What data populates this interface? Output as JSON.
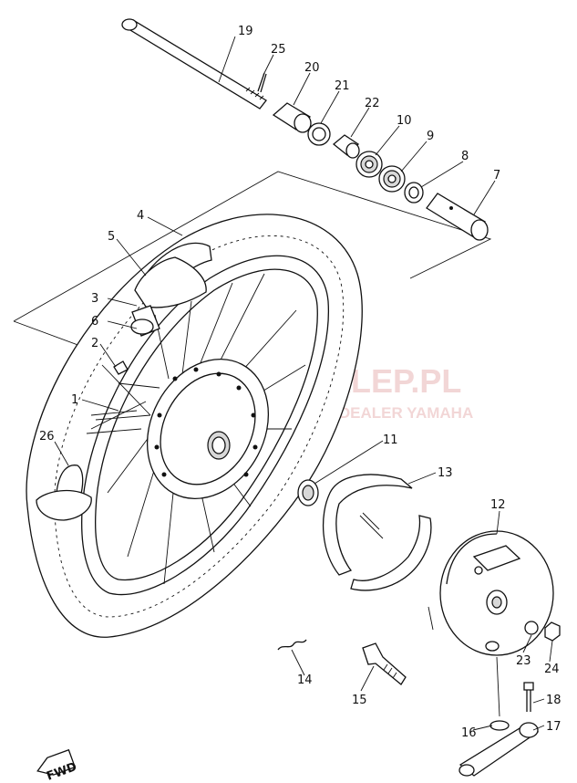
{
  "watermark": {
    "brand": "SKLEP.PL",
    "tagline": "AUTORYZOWANY DEALER YAMAHA",
    "color": "#d98a8a"
  },
  "fwd_label": "FWD",
  "callouts": [
    {
      "id": "1",
      "label": "1"
    },
    {
      "id": "2",
      "label": "2"
    },
    {
      "id": "3",
      "label": "3"
    },
    {
      "id": "4",
      "label": "4"
    },
    {
      "id": "5",
      "label": "5"
    },
    {
      "id": "6",
      "label": "6"
    },
    {
      "id": "7",
      "label": "7"
    },
    {
      "id": "8",
      "label": "8"
    },
    {
      "id": "9",
      "label": "9"
    },
    {
      "id": "10",
      "label": "10"
    },
    {
      "id": "11",
      "label": "11"
    },
    {
      "id": "12",
      "label": "12"
    },
    {
      "id": "13",
      "label": "13"
    },
    {
      "id": "14",
      "label": "14"
    },
    {
      "id": "15",
      "label": "15"
    },
    {
      "id": "16",
      "label": "16"
    },
    {
      "id": "17",
      "label": "17"
    },
    {
      "id": "18",
      "label": "18"
    },
    {
      "id": "19",
      "label": "19"
    },
    {
      "id": "20",
      "label": "20"
    },
    {
      "id": "21",
      "label": "21"
    },
    {
      "id": "22",
      "label": "22"
    },
    {
      "id": "23",
      "label": "23"
    },
    {
      "id": "24",
      "label": "24"
    },
    {
      "id": "25",
      "label": "25"
    },
    {
      "id": "26",
      "label": "26"
    }
  ]
}
